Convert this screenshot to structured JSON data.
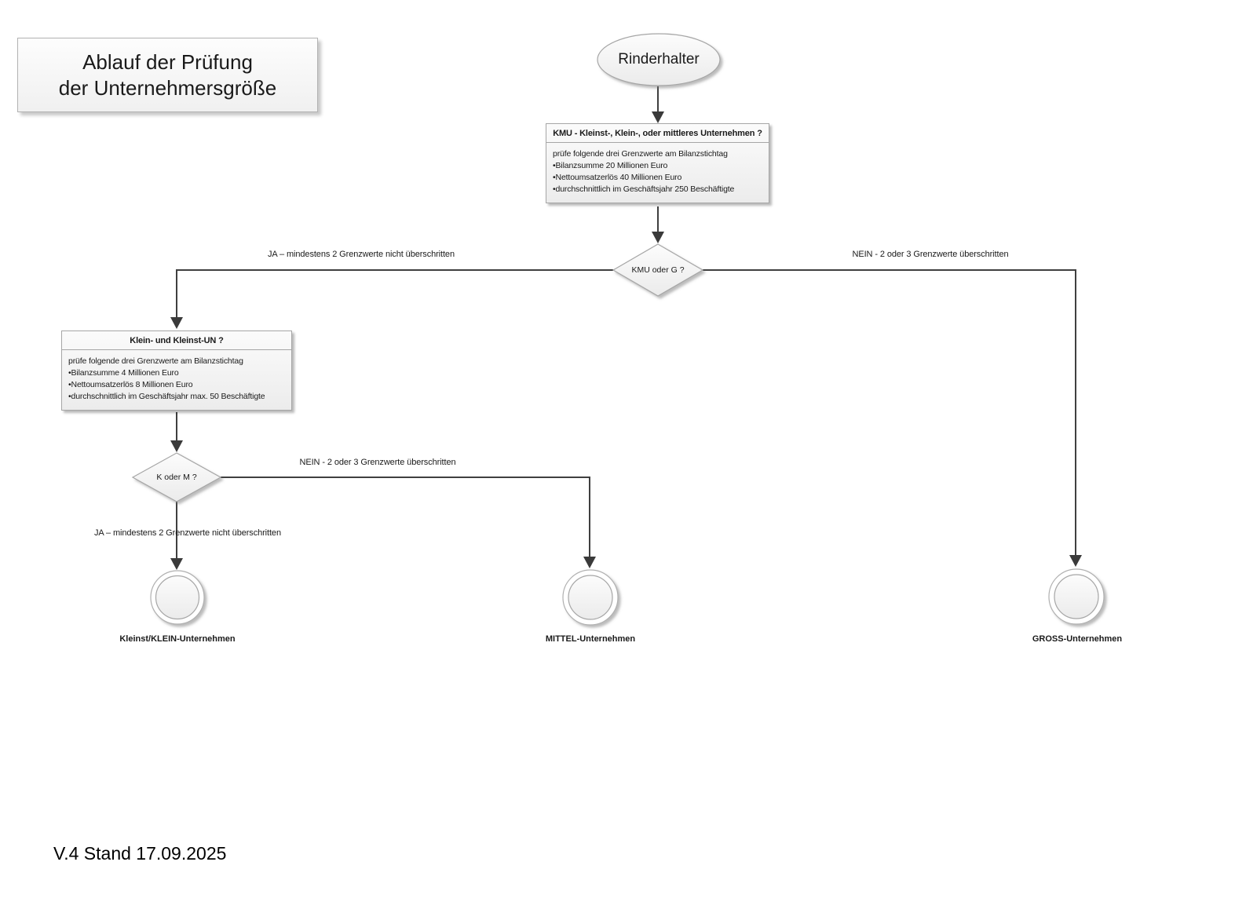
{
  "title_box": {
    "line1": "Ablauf der Prüfung",
    "line2": "der Unternehmersgröße"
  },
  "start_node": {
    "label": "Rinderhalter"
  },
  "kmu_box": {
    "header": "KMU - Kleinst-, Klein-, oder mittleres Unternehmen ?",
    "intro": "prüfe folgende drei Grenzwerte am Bilanzstichtag",
    "bullets": [
      "Bilanzsumme 20 Millionen Euro",
      "Nettoumsatzerlös 40 Millionen Euro",
      "durchschnittlich im Geschäftsjahr 250 Beschäftigte"
    ]
  },
  "decision_kmu": {
    "label": "KMU oder G ?",
    "yes_label": "JA – mindestens 2 Grenzwerte nicht überschritten",
    "no_label": "NEIN - 2 oder 3 Grenzwerte überschritten"
  },
  "klein_box": {
    "header": "Klein- und Kleinst-UN ?",
    "intro": "prüfe folgende drei Grenzwerte am Bilanzstichtag",
    "bullets": [
      "Bilanzsumme 4 Millionen Euro",
      "Nettoumsatzerlös 8 Millionen Euro",
      "durchschnittlich im Geschäftsjahr max. 50 Beschäftigte"
    ]
  },
  "decision_k": {
    "label": "K oder M ?",
    "yes_label": "JA – mindestens 2 Grenzwerte nicht überschritten",
    "no_label": "NEIN - 2 oder 3 Grenzwerte überschritten"
  },
  "terminals": {
    "small": "Kleinst/KLEIN-Unternehmen",
    "medium": "MITTEL-Unternehmen",
    "large": "GROSS-Unternehmen"
  },
  "footer": {
    "version_stand": "V.4 Stand 17.09.2025"
  },
  "colors": {
    "connector": "#3f3f3f",
    "shape_border": "#a6a6a6",
    "shape_fill_top": "#fbfbfb",
    "shape_fill_bottom": "#ececec",
    "text": "#1a1a1a"
  }
}
